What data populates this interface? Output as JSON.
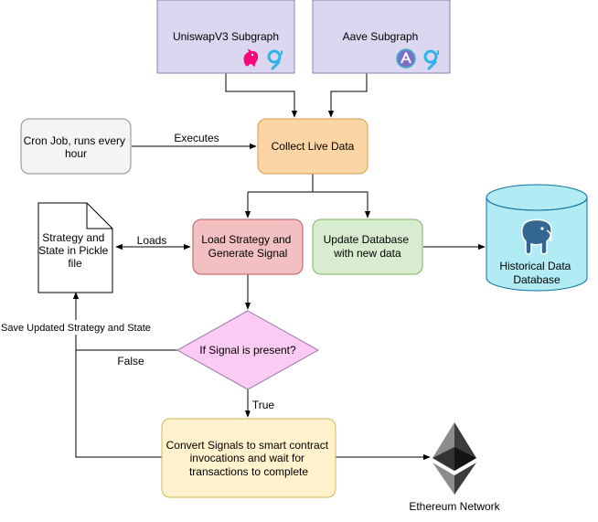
{
  "nodes": {
    "uniswap_subgraph": {
      "label": "UniswapV3 Subgraph",
      "fill": "#dcd7f0",
      "stroke": "#8a7fb8"
    },
    "aave_subgraph": {
      "label": "Aave Subgraph",
      "fill": "#dcd7f0",
      "stroke": "#8a7fb8"
    },
    "cron_job": {
      "lines": [
        "Cron Job, runs every",
        "hour"
      ],
      "fill": "#f4f4f4",
      "stroke": "#8c8c8c"
    },
    "collect_live_data": {
      "label": "Collect Live Data",
      "fill": "#fcd5a4",
      "stroke": "#d49a4d"
    },
    "strategy_file": {
      "lines": [
        "Strategy and",
        "State in Pickle",
        "file"
      ],
      "fill": "#ffffff",
      "stroke": "#000000"
    },
    "load_strategy": {
      "lines": [
        "Load Strategy and",
        "Generate Signal"
      ],
      "fill": "#f2c0c0",
      "stroke": "#b85a5a"
    },
    "update_database": {
      "lines": [
        "Update Database",
        "with new data"
      ],
      "fill": "#d8eccf",
      "stroke": "#82b366"
    },
    "historical_db": {
      "lines": [
        "Historical Data",
        "Database"
      ],
      "fill": "#b1ecf5",
      "stroke": "#10739e"
    },
    "signal_decision": {
      "label": "If Signal is present?",
      "fill": "#fccbf4",
      "stroke": "#9673a6"
    },
    "convert_signals": {
      "lines": [
        "Convert Signals to smart contract",
        "invocations and wait for",
        "transactions to complete"
      ],
      "fill": "#fff2cc",
      "stroke": "#d6b656"
    },
    "ethereum": {
      "label": "Ethereum Network"
    }
  },
  "edges": {
    "executes": "Executes",
    "loads": "Loads",
    "save_updated": "Save Updated Strategy and State",
    "false_branch": "False",
    "true_branch": "True"
  },
  "icons": [
    "uniswap-unicorn-icon",
    "the-graph-icon",
    "aave-icon",
    "postgresql-elephant-icon",
    "ethereum-icon"
  ]
}
